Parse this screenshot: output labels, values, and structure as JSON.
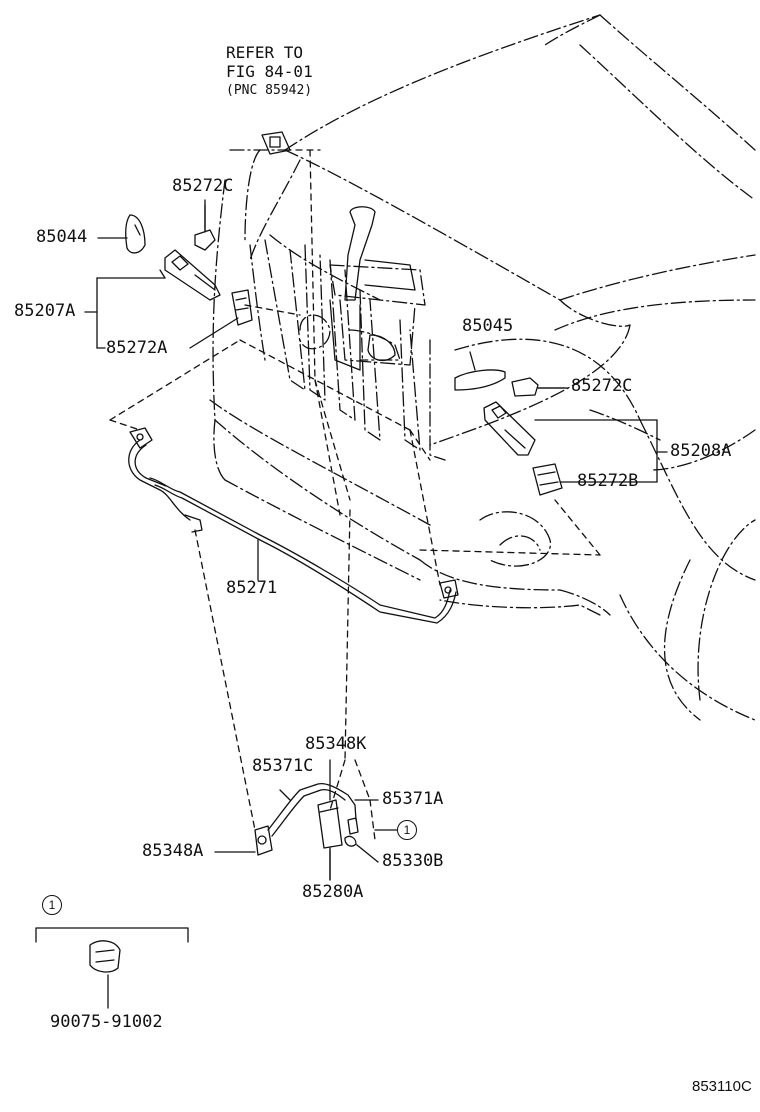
{
  "reference_note": {
    "line1": "REFER TO",
    "line2": "FIG 84-01",
    "line3": "(PNC 85942)"
  },
  "part_labels": {
    "p85272C_top": "85272C",
    "p85044": "85044",
    "p85207A": "85207A",
    "p85272A": "85272A",
    "p85045": "85045",
    "p85272C_right": "85272C",
    "p85208A": "85208A",
    "p85272B": "85272B",
    "p85271": "85271",
    "p85348K": "85348K",
    "p85371C": "85371C",
    "p85371A": "85371A",
    "p85348A": "85348A",
    "p85330B": "85330B",
    "p85280A": "85280A",
    "p90075": "90075-91002"
  },
  "callouts": {
    "pump_ref": "1",
    "inset_ref": "1"
  },
  "figure_code": "853110C",
  "icons": [
    "headlamp-washer-nozzle",
    "washer-pump",
    "washer-hose",
    "hose-clip",
    "bracket"
  ]
}
